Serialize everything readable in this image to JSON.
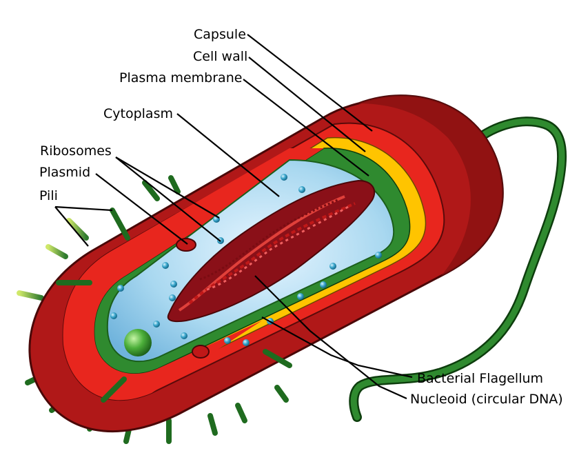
{
  "labels": {
    "capsule": "Capsule",
    "cell_wall": "Cell wall",
    "plasma_membrane": "Plasma membrane",
    "cytoplasm": "Cytoplasm",
    "ribosomes": "Ribosomes",
    "plasmid": "Plasmid",
    "pili": "Pili",
    "flagellum": "Bacterial Flagellum",
    "nucleoid": "Nucleoid (circular DNA)"
  },
  "colors": {
    "capsule": "#b01818",
    "capsule_dark": "#7a1010",
    "cell_wall": "#e8261e",
    "membrane_yellow": "#ffc400",
    "membrane_green": "#2f8a2f",
    "cytoplasm": "#a9d8f0",
    "ribosome": "#2c8fb0",
    "dna": "#c01818",
    "pili": "#2f7a2f",
    "flagellum": "#1f6b1f"
  }
}
